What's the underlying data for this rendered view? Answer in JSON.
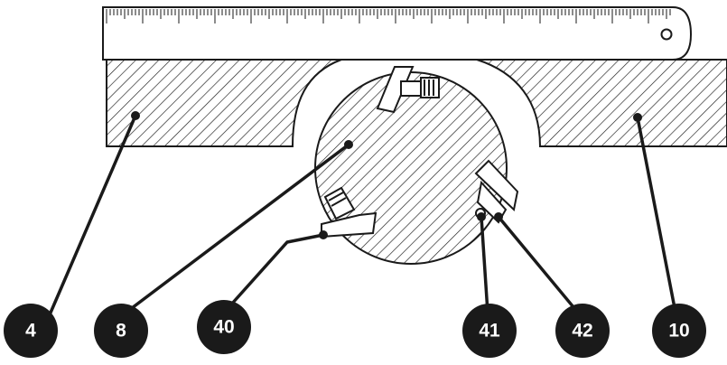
{
  "figure": {
    "colors": {
      "line": "#1a1a1a",
      "fill": "#ffffff",
      "hatch": "#1a1a1a",
      "badge_background": "#1a1a1a",
      "badge_text": "#ffffff"
    },
    "parts": [
      "ruler",
      "left-support-block",
      "right-support-block",
      "rotating-disc"
    ],
    "callouts": [
      {
        "id": "callout-4",
        "label": "4"
      },
      {
        "id": "callout-8",
        "label": "8"
      },
      {
        "id": "callout-40",
        "label": "40"
      },
      {
        "id": "callout-41",
        "label": "41"
      },
      {
        "id": "callout-42",
        "label": "42"
      },
      {
        "id": "callout-10",
        "label": "10"
      }
    ]
  }
}
